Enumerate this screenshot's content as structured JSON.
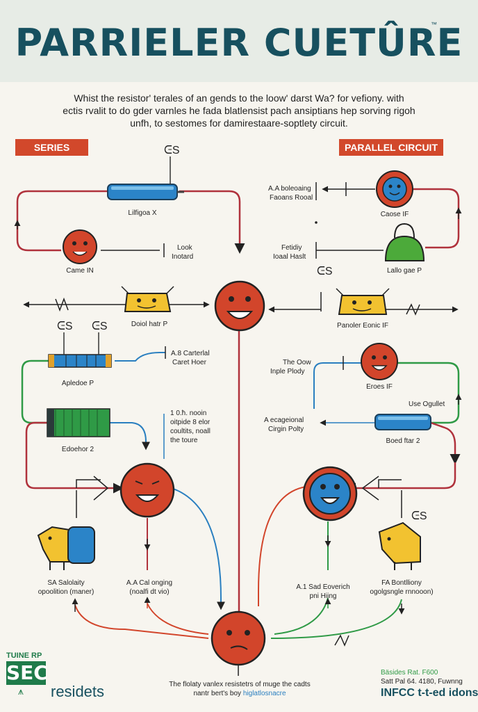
{
  "header": {
    "title": "PARRIELER CUETÛRE",
    "trademark": "™"
  },
  "intro": {
    "line1": "Whist the resistor' terales of an gends to the loow' darst Wa? for vefiony. with",
    "line2": "ectis rvalit to do gder varnles he fada blatlensist pach ansiptians hep sorving rigoh",
    "line3": "unfh, to sestomes for damirestaare-soptlety circuit."
  },
  "tags": {
    "series": "SERIES",
    "parallel": "PARALLEL CIRCUIT"
  },
  "labels": {
    "l01": "Lilfigoa X",
    "l02": "Came IN",
    "l03a": "Look",
    "l03b": "Inotard",
    "l04": "Doiol hatr P",
    "l05": "Apledoe P",
    "l06a": "A.8 Carterlal",
    "l06b": "Caret Hoer",
    "l07": "Edoehor 2",
    "l08a": "1 0.ħ. nooin",
    "l08b": "oitpide 8 elor",
    "l08c": "coultits, noall",
    "l08d": "the toure",
    "l09a": "SA Salolaity",
    "l09b": "opoolition (maner)",
    "l10a": "A.A Cal onging",
    "l10b": "(noalfi dt vio)",
    "r01a": "A.A boleoaing",
    "r01b": "Faoans Rooal",
    "r02": "Caose IF",
    "r03a": "Fetidiy",
    "r03b": "Ioaal Haslt",
    "r04": "Lallo gae P",
    "r05": "Panoler Eonic IF",
    "r06a": "The Oow",
    "r06b": "Inple Plody",
    "r07": "Eroes IF",
    "r08": "Use Ogullet",
    "r09a": "A ecageional",
    "r09b": "Cirgin Polty",
    "r10": "Boed ftar 2",
    "r11a": "A.1 Sad Eoverich",
    "r11b": "pni Hiing",
    "r12a": "FA Bontlliony",
    "r12b": "ogolgsngle rnnooon)"
  },
  "glyphs": {
    "g1": "ᕮS",
    "g2": "ᕮS",
    "g3": "ᕮS",
    "g4": "ᕮS",
    "g5": "ᕮS",
    "g6": "ᕮS"
  },
  "footer": {
    "line1": "The flolaty vanlex resistetrs of muge the cadts",
    "line2": "nantr bert's boy",
    "link": "higlatlosnacre"
  },
  "brand": {
    "tune": "TUINE RP",
    "box": "SEC",
    "residents": "residets",
    "right1": "Bäsides Rat. F600",
    "right2": "Satt Pal 64. 4180, Fuwnng",
    "right3": "INFCC t-t-ed idons"
  },
  "colors": {
    "wire_red": "#b0323c",
    "wire_green": "#2f9a46",
    "wire_blue": "#2a7fc0",
    "face_red": "#d2452b",
    "face_blue": "#2b84c8",
    "title": "#17505f",
    "tag": "#d2482b"
  },
  "icons": [
    "resistor-icon",
    "battery-icon",
    "smiley-face-icon",
    "bulb-face-icon",
    "bag-icon",
    "plug-icon",
    "cow-icon",
    "arrow-icon"
  ]
}
